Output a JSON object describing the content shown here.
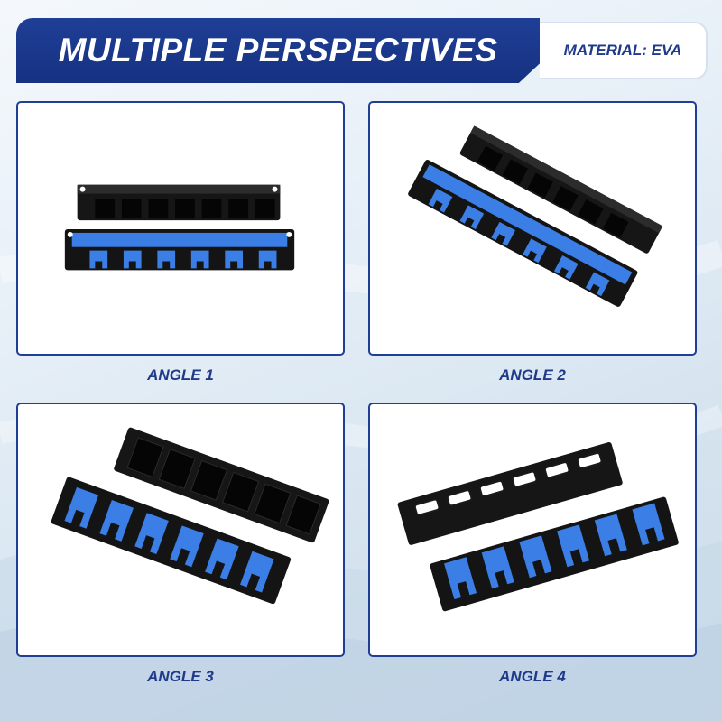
{
  "header": {
    "title": "MULTIPLE PERSPECTIVES",
    "material": "MATERIAL: EVA"
  },
  "colors": {
    "brand_blue": "#1f3f96",
    "foam_blue": "#3a7ee6",
    "rack_black": "#141414"
  },
  "panels": [
    {
      "caption": "ANGLE 1"
    },
    {
      "caption": "ANGLE 2"
    },
    {
      "caption": "ANGLE 3"
    },
    {
      "caption": "ANGLE 4"
    }
  ]
}
